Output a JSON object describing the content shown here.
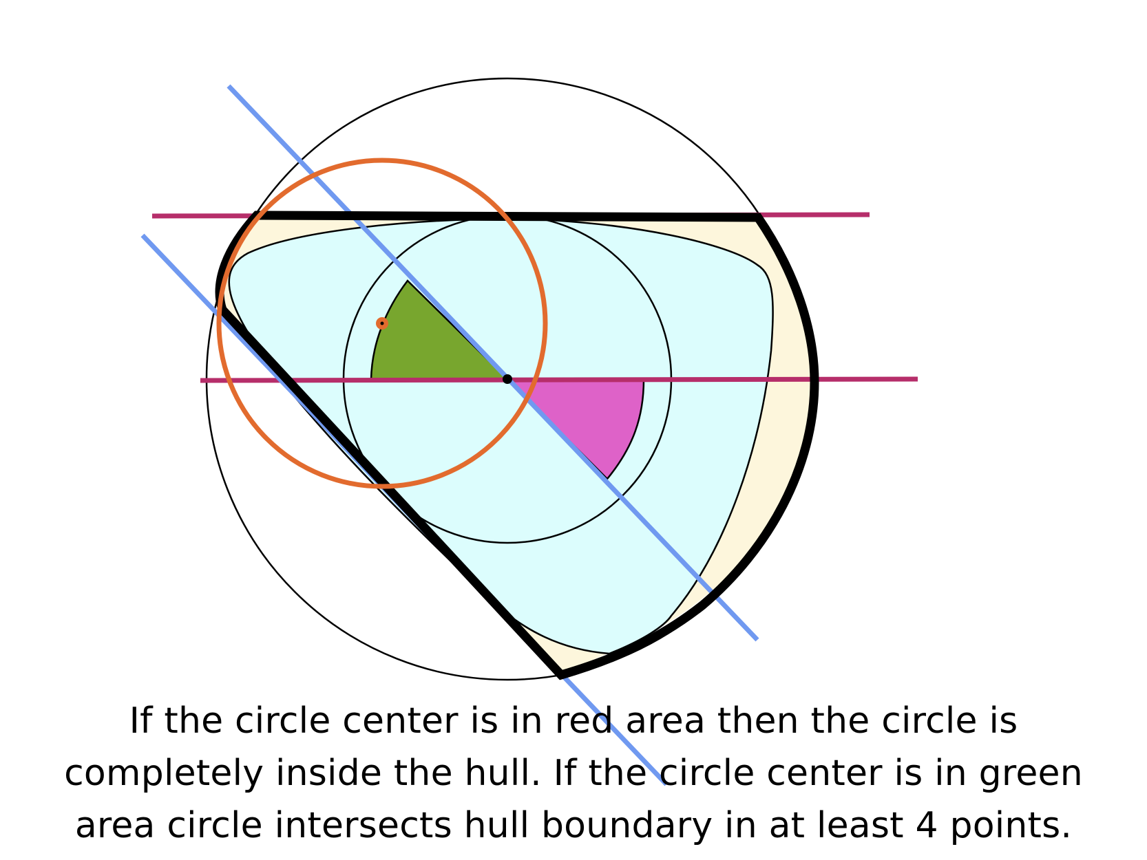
{
  "colors": {
    "background": "#ffffff",
    "region_fill": "#dcfdfd",
    "outer_fill": "#fdf6dc",
    "green_sector": "#78a62e",
    "red_sector": "#de62c8",
    "blue_lines": "#7099f0",
    "magenta_lines": "#b62e6a",
    "orange_circle": "#e26b2e",
    "hull_stroke": "#000000"
  },
  "caption": {
    "line1": "If the circle center is in red area then the circle is",
    "line2": "completely inside the hull. If the circle center is in green",
    "line3": "area circle intersects hull boundary in at least 4 points."
  }
}
